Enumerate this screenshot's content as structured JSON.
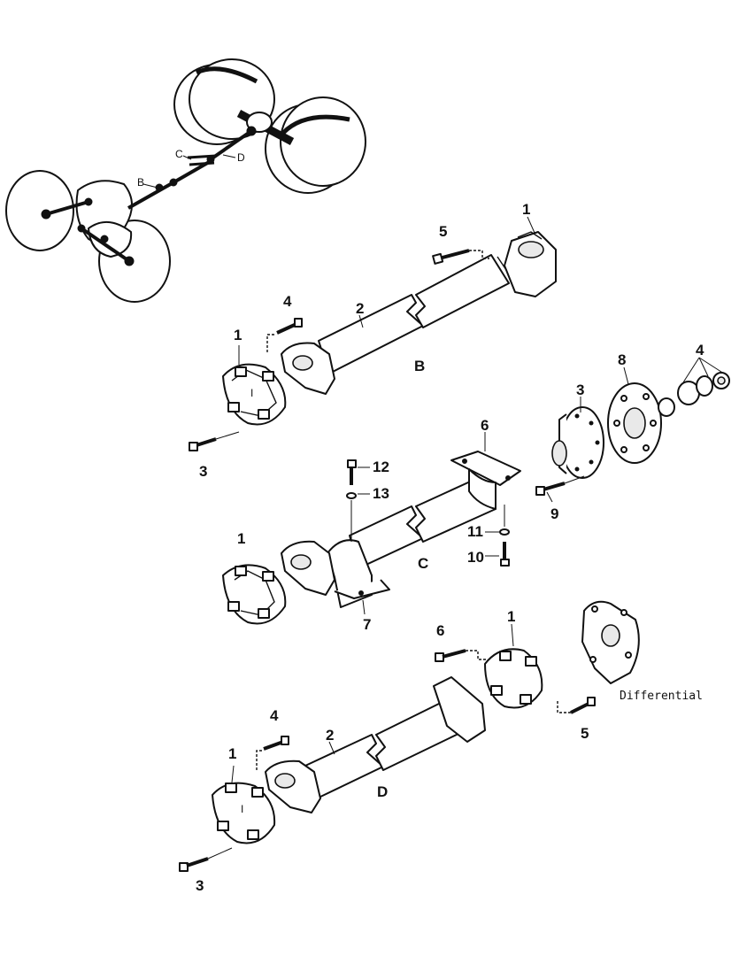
{
  "diagram": {
    "overview_labels": {
      "b": "B",
      "c": "C",
      "d": "D"
    },
    "assembly_labels": {
      "b": "B",
      "c": "C",
      "d": "D"
    },
    "differential_label": "Differential",
    "callouts": {
      "b_1_top": "1",
      "b_5": "5",
      "b_2": "2",
      "b_4": "4",
      "b_1_left": "1",
      "b_3": "3",
      "c_6": "6",
      "c_3": "3",
      "c_8": "8",
      "c_4": "4",
      "c_12": "12",
      "c_13": "13",
      "c_9": "9",
      "c_11": "11",
      "c_10": "10",
      "c_1": "1",
      "c_7": "7",
      "d_6": "6",
      "d_1_top": "1",
      "d_4": "4",
      "d_2": "2",
      "d_5": "5",
      "d_1_left": "1",
      "d_3": "3"
    }
  }
}
